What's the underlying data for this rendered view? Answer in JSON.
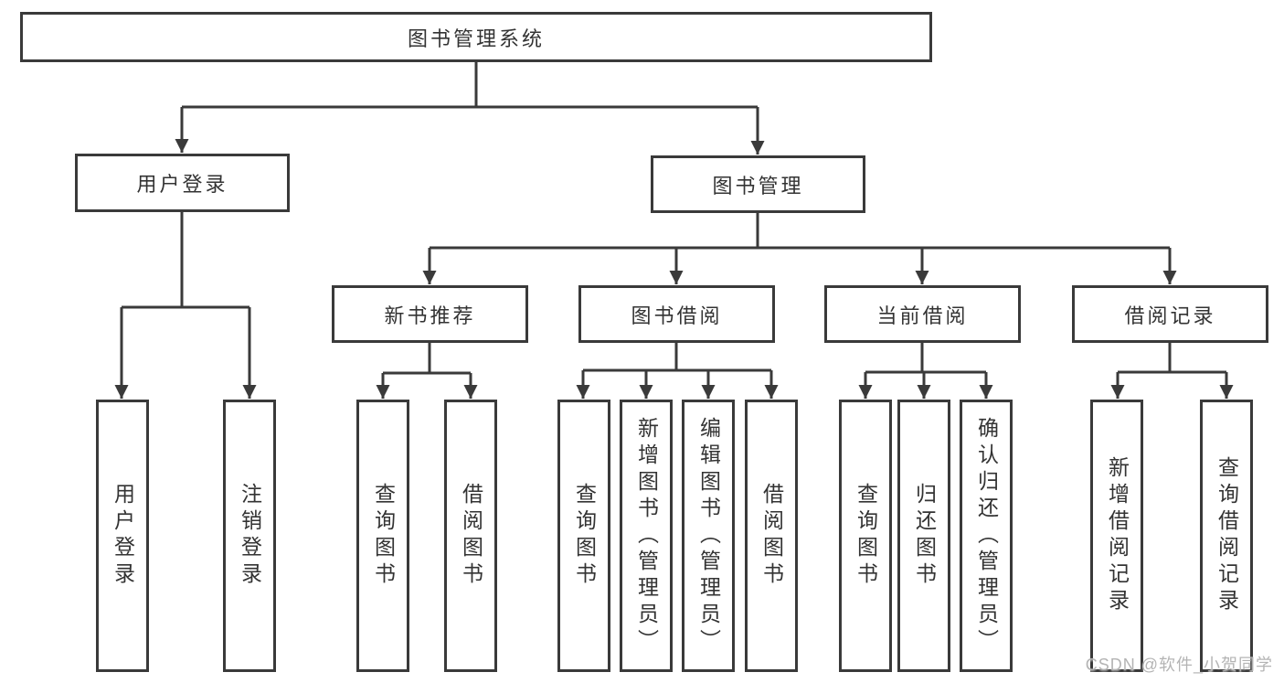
{
  "colors": {
    "line": "#3a3a3a",
    "text": "#333333",
    "bg": "#ffffff",
    "watermark": "#b4b4b4"
  },
  "tree": {
    "root": {
      "label": "图书管理系统"
    },
    "branches": [
      {
        "label": "用户登录",
        "children": [
          {
            "label": "用户登录"
          },
          {
            "label": "注销登录"
          }
        ]
      },
      {
        "label": "图书管理",
        "children": [
          {
            "label": "新书推荐",
            "children": [
              {
                "label": "查询图书"
              },
              {
                "label": "借阅图书"
              }
            ]
          },
          {
            "label": "图书借阅",
            "children": [
              {
                "label": "查询图书"
              },
              {
                "label": "新增图书（管理员）"
              },
              {
                "label": "编辑图书（管理员）"
              },
              {
                "label": "借阅图书"
              }
            ]
          },
          {
            "label": "当前借阅",
            "children": [
              {
                "label": "查询图书"
              },
              {
                "label": "归还图书"
              },
              {
                "label": "确认归还（管理员）"
              }
            ]
          },
          {
            "label": "借阅记录",
            "children": [
              {
                "label": "新增借阅记录"
              },
              {
                "label": "查询借阅记录"
              }
            ]
          }
        ]
      }
    ]
  },
  "watermark": {
    "text": "CSDN @软件_小贺同学"
  }
}
